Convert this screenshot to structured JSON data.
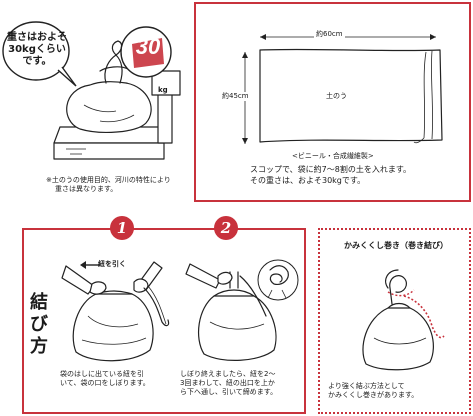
{
  "scale_section": {
    "bubble": {
      "line1": "重さはおよそ",
      "line2": "30kgくらい",
      "line3": "です。"
    },
    "display_value": "30",
    "scale_unit": "kg",
    "note_line1": "※土のうの使用目的、河川の特性により",
    "note_line2": "重さは異なります。"
  },
  "bag_section": {
    "width_label": "約60cm",
    "height_label": "約45cm",
    "bag_label": "土のう",
    "material_label": "<ビニール・合成繊維製>",
    "caption_line1": "スコップで、袋に約7～8割の土を入れます。",
    "caption_line2": "その重さは、およそ30kgです。"
  },
  "tying_section": {
    "title_chars": [
      "結",
      "び",
      "方"
    ],
    "step1": {
      "number": "1",
      "pull_label": "紐を引く",
      "caption_line1": "袋のはしに出ている紐を引",
      "caption_line2": "いて、袋の口をしぼります。"
    },
    "step2": {
      "number": "2",
      "caption_line1": "しぼり終えましたら、紐を2～",
      "caption_line2": "3回まわして、紐の出口を上か",
      "caption_line3": "ら下へ通し、引いて締めます。"
    }
  },
  "kamikushi_section": {
    "title": "かみくくし巻き（巻き結び）",
    "caption_line1": "より強く結ぶ方法として",
    "caption_line2": "かみくくし巻きがあります。"
  },
  "colors": {
    "accent": "#c8323c",
    "ink": "#222222"
  }
}
